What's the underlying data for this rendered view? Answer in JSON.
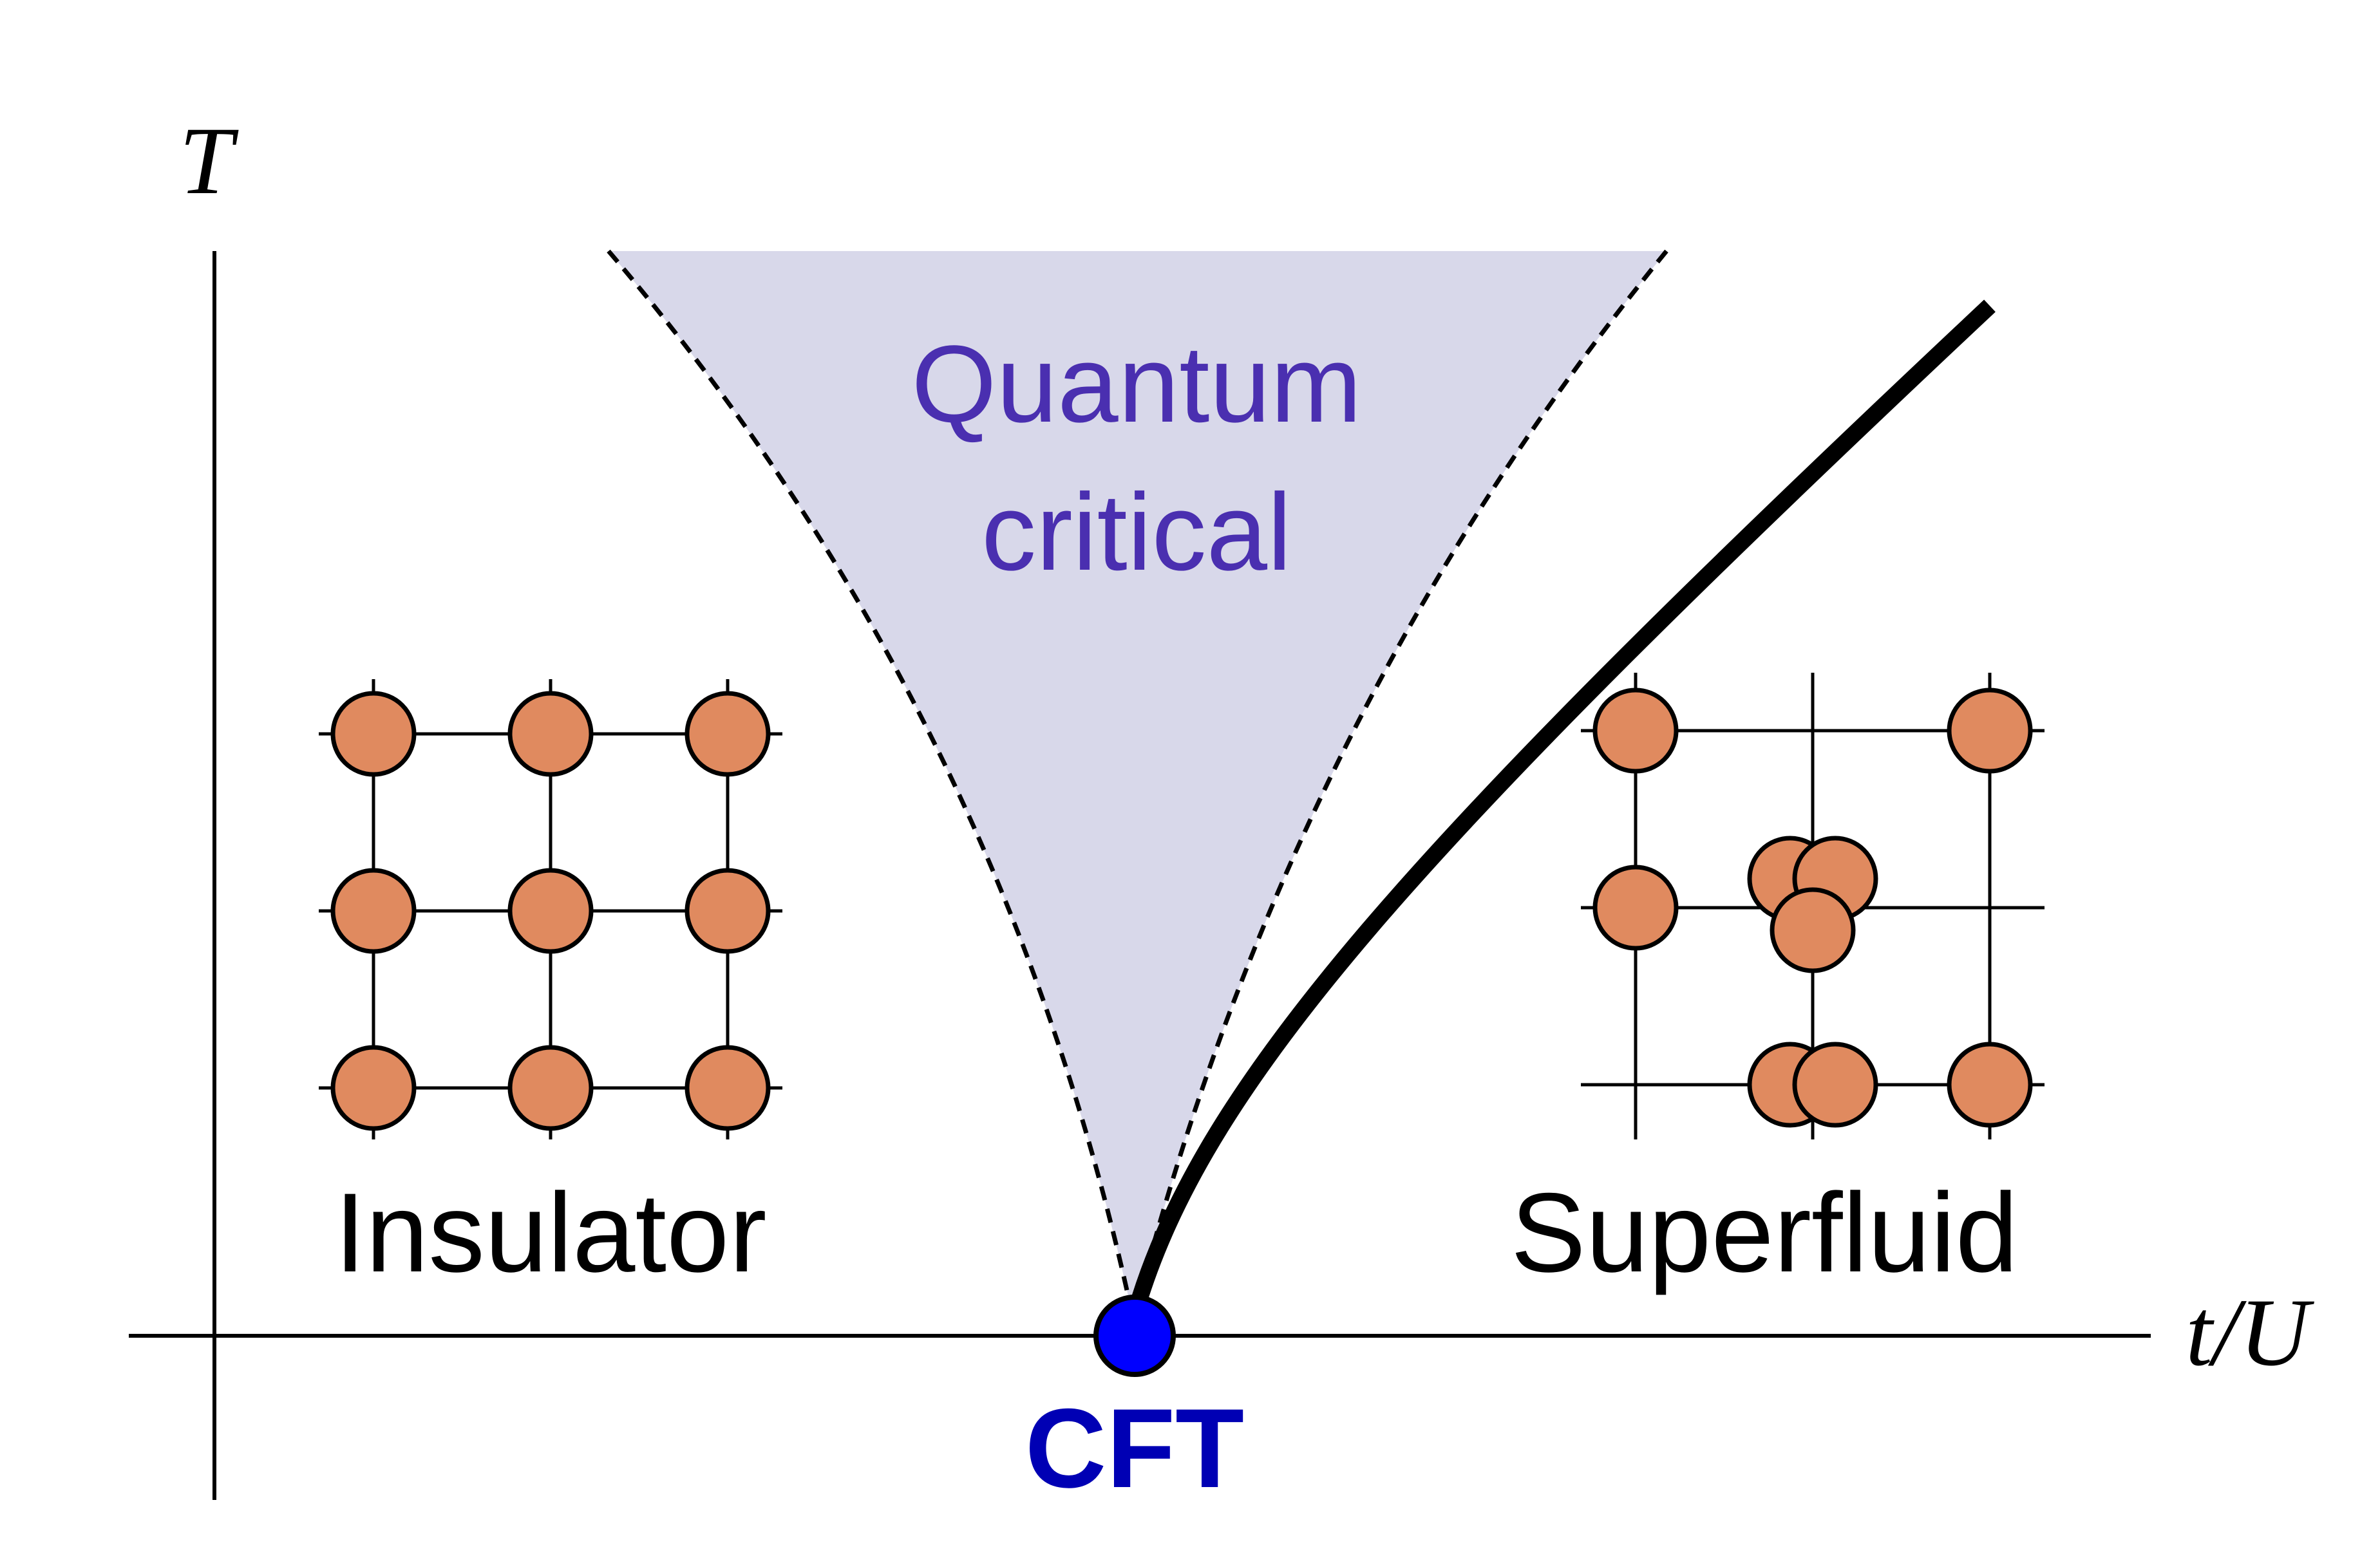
{
  "axes": {
    "y_label": "T",
    "x_label": "t/U"
  },
  "regions": {
    "quantum_critical_line1": "Quantum",
    "quantum_critical_line2": "critical",
    "insulator": "Insulator",
    "superfluid": "Superfluid"
  },
  "critical_point": {
    "label": "CFT"
  },
  "colors": {
    "axis": "#000000",
    "quantum_critical_fill": "#d8d8ea",
    "quantum_critical_text": "#4a2fb0",
    "particle": "#e08a5f",
    "critical_point": "#0000ff",
    "critical_point_label": "#0000b4"
  }
}
